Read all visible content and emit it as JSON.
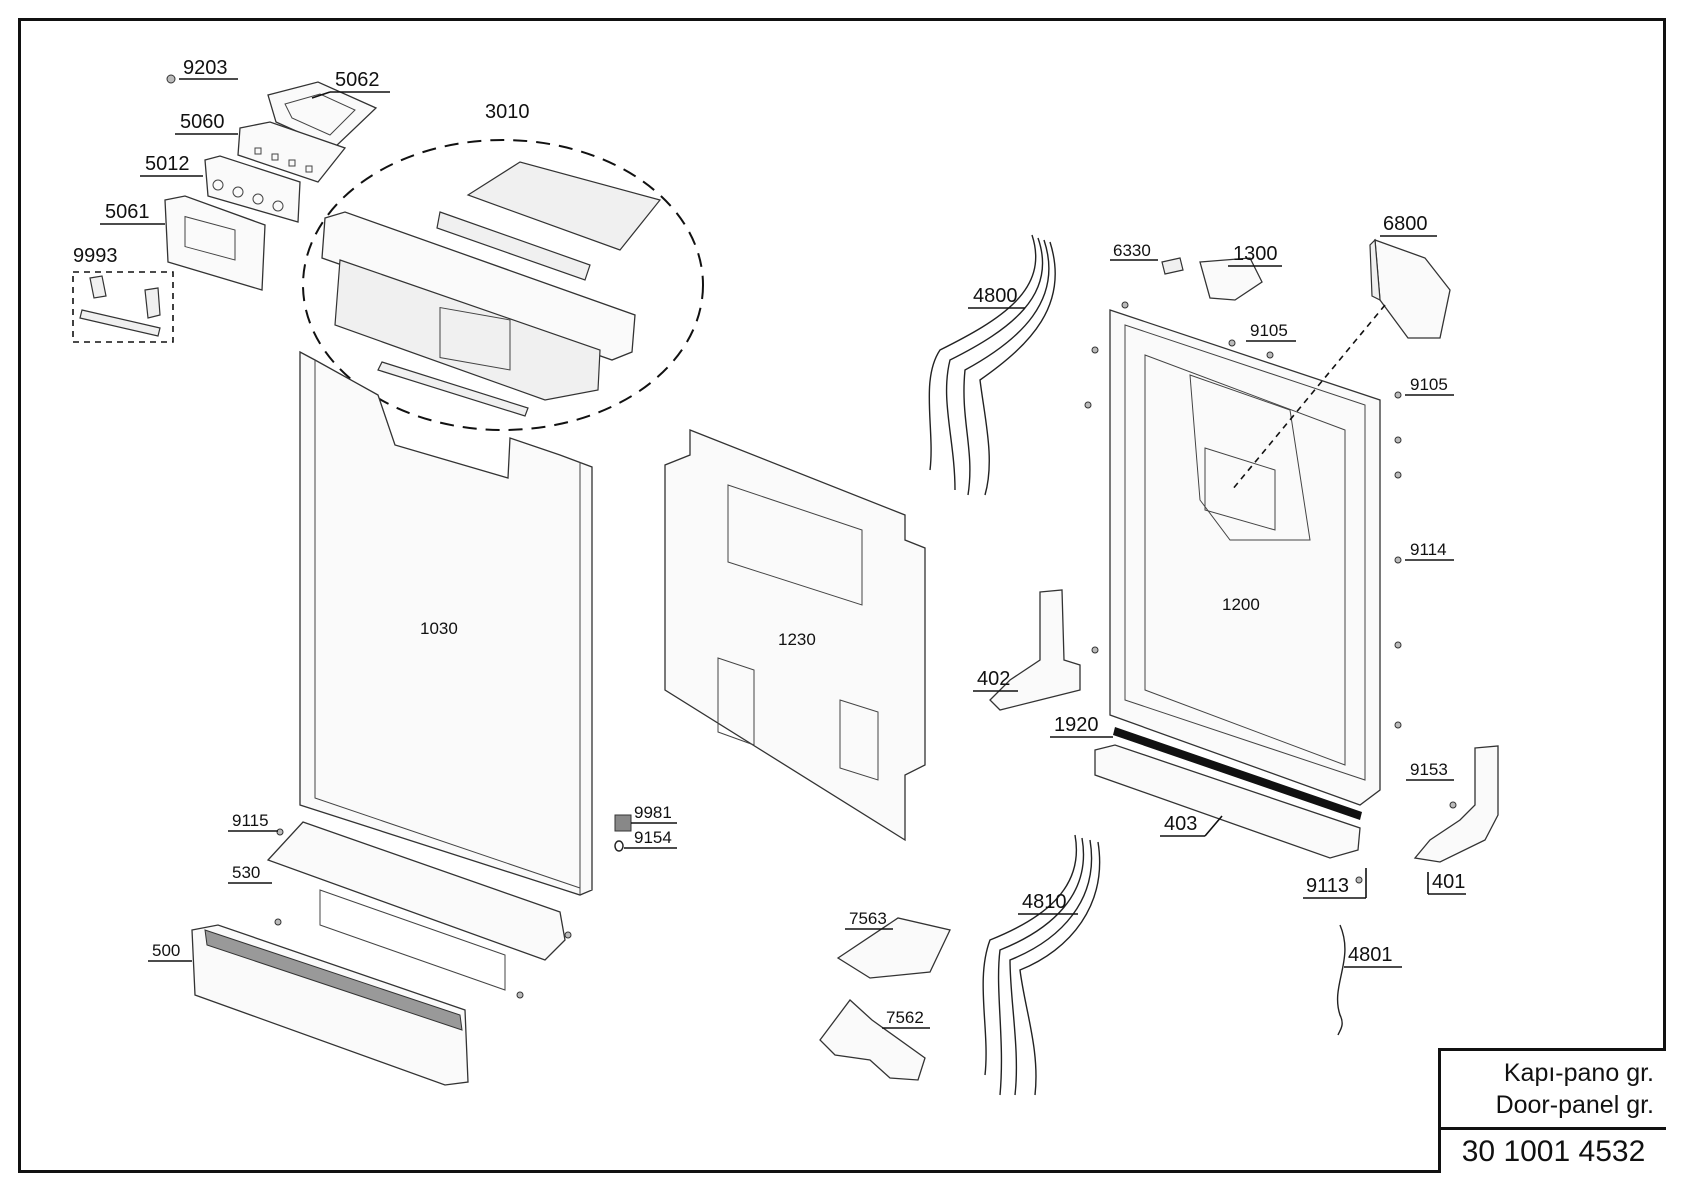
{
  "title_block": {
    "name_tr": "Kapı-pano gr.",
    "name_en": "Door-panel gr.",
    "code": "30 1001 4532"
  },
  "parts": {
    "p9203": "9203",
    "p5062": "5062",
    "p5060": "5060",
    "p5012": "5012",
    "p5061": "5061",
    "p9993": "9993",
    "p3010": "3010",
    "p1030": "1030",
    "p1230": "1230",
    "p9981": "9981",
    "p9154": "9154",
    "p9115": "9115",
    "p530": "530",
    "p500": "500",
    "p4800": "4800",
    "p6330": "6330",
    "p1300": "1300",
    "p6800": "6800",
    "p9105a": "9105",
    "p9105b": "9105",
    "p9114": "9114",
    "p1200": "1200",
    "p402": "402",
    "p1920": "1920",
    "p403": "403",
    "p9153": "9153",
    "p9113": "9113",
    "p401": "401",
    "p7563": "7563",
    "p7562": "7562",
    "p4810": "4810",
    "p4801": "4801"
  }
}
